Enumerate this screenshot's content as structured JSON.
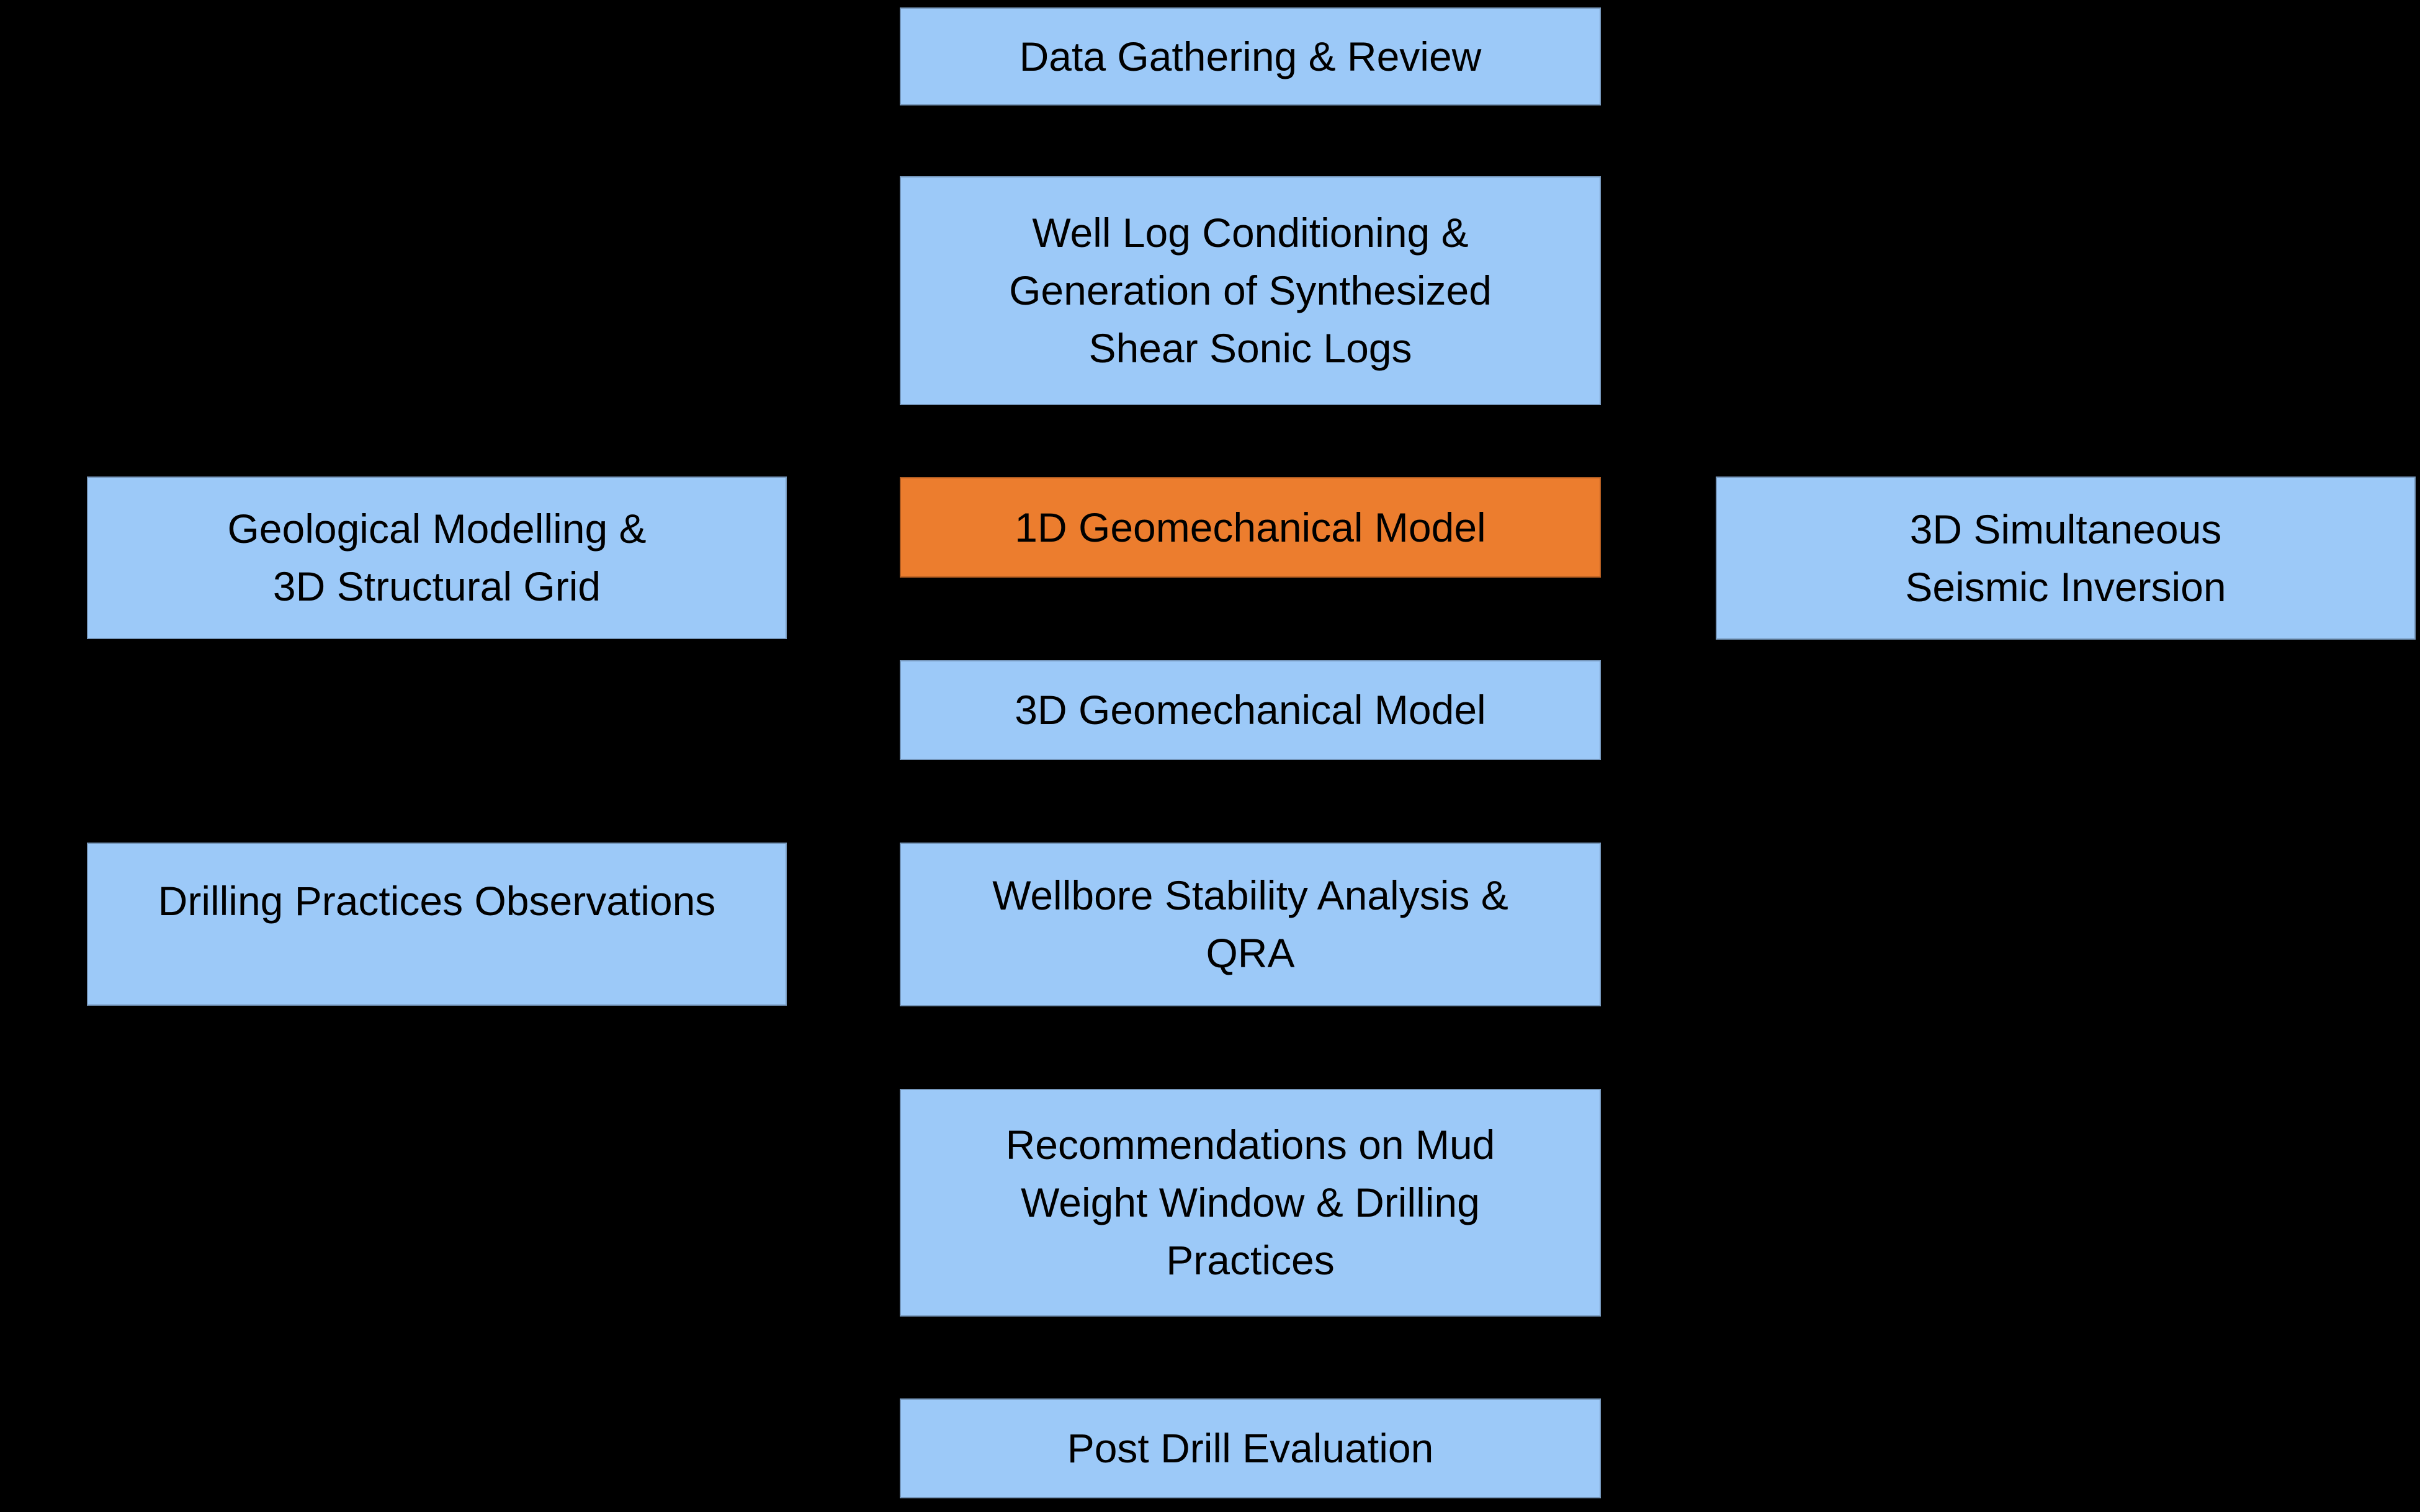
{
  "diagram": {
    "title": "Geomechanical modelling workflow flowchart",
    "colors": {
      "background": "#000000",
      "node_fill": "#9CC9F8",
      "highlight_fill": "#EC7D2E",
      "text": "#000000"
    },
    "nodes": {
      "data_gathering": {
        "label": "Data Gathering & Review"
      },
      "well_log": {
        "label": "Well Log Conditioning &\nGeneration of Synthesized\nShear Sonic Logs"
      },
      "geological": {
        "label": "Geological Modelling &\n3D Structural Grid"
      },
      "geomech_1d": {
        "label": "1D Geomechanical Model",
        "highlighted": "true"
      },
      "seismic_inversion": {
        "label": "3D Simultaneous\nSeismic Inversion"
      },
      "geomech_3d": {
        "label": "3D Geomechanical Model"
      },
      "drilling_practices": {
        "label": "Drilling Practices Observations"
      },
      "wellbore_stability": {
        "label": "Wellbore Stability Analysis &\nQRA"
      },
      "recommendations": {
        "label": "Recommendations on Mud\nWeight Window & Drilling\nPractices"
      },
      "post_drill": {
        "label": "Post Drill Evaluation"
      }
    }
  }
}
